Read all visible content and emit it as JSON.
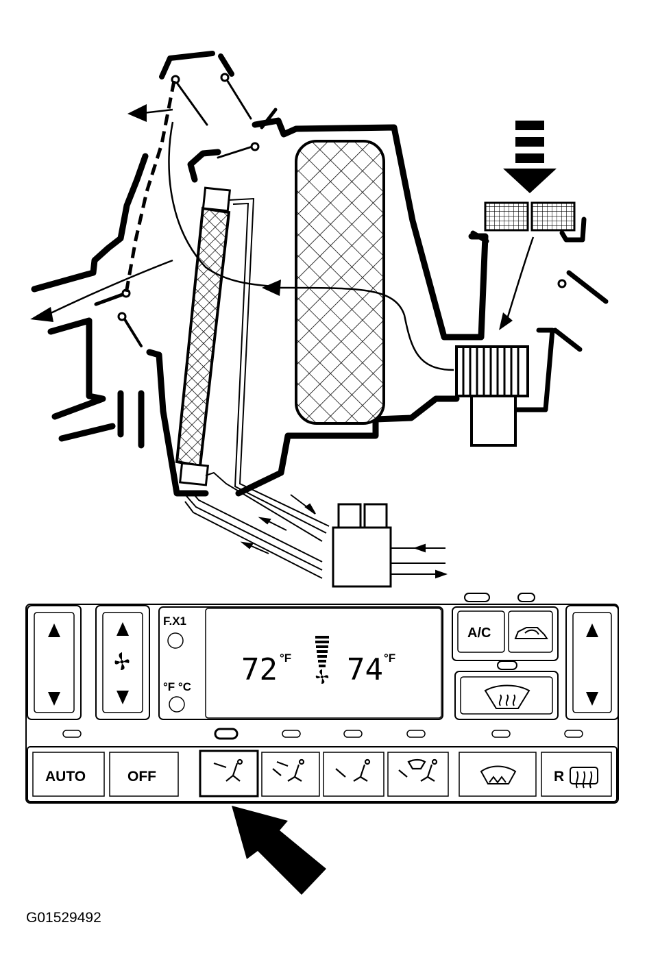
{
  "panel": {
    "fx1_label": "F.X1",
    "unit_label": "°F °C",
    "left_temp": "72",
    "right_temp": "74",
    "temp_unit": "°F",
    "ac_label": "A/C",
    "rear_label": "R",
    "mode_buttons": [
      {
        "label": "AUTO"
      },
      {
        "label": "OFF"
      }
    ]
  },
  "figure_id": "G01529492"
}
